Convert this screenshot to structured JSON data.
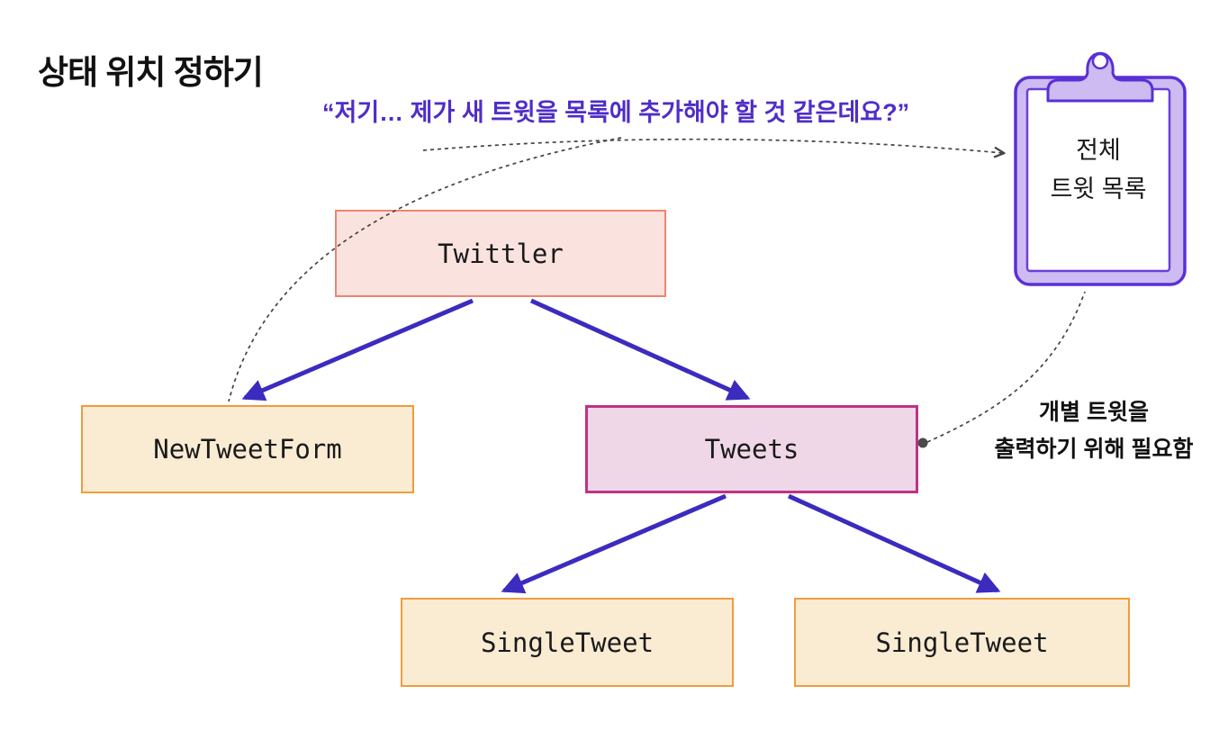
{
  "page": {
    "background": "#ffffff",
    "title": "상태 위치 정하기"
  },
  "speech": {
    "quote": "“저기… 제가 새 트윗을 목록에 추가해야 할 것 같은데요?”",
    "color": "#4F2DC8"
  },
  "clipboard": {
    "label_line1": "전체",
    "label_line2": "트윗 목록",
    "fill": "#CDBBF1",
    "border": "#5A30D5"
  },
  "annotation": {
    "line1": "개별 트윗을",
    "line2": "출력하기 위해 필요함"
  },
  "nodes": {
    "twittler": {
      "label": "Twittler",
      "fill": "#FAE3DE",
      "border": "#EE8570"
    },
    "new_tweet_form": {
      "label": "NewTweetForm",
      "fill": "#FAEBD3",
      "border": "#F09C3C"
    },
    "tweets": {
      "label": "Tweets",
      "fill": "#F0D7E7",
      "border": "#BE3384"
    },
    "single_tweet_left": {
      "label": "SingleTweet",
      "fill": "#FAEBD3",
      "border": "#F09C3C"
    },
    "single_tweet_right": {
      "label": "SingleTweet",
      "fill": "#FAEBD3",
      "border": "#F09C3C"
    }
  },
  "edges": {
    "solid_color": "#3B2BBF",
    "dashed_color": "#444444",
    "solid": [
      {
        "from": "Twittler",
        "to": "NewTweetForm"
      },
      {
        "from": "Twittler",
        "to": "Tweets"
      },
      {
        "from": "Tweets",
        "to": "SingleTweet (left)"
      },
      {
        "from": "Tweets",
        "to": "SingleTweet (right)"
      }
    ],
    "dashed": [
      {
        "from": "speech-quote",
        "to": "clipboard (전체 트윗 목록)",
        "arrowhead": true
      },
      {
        "from": "speech-quote",
        "to": "NewTweetForm",
        "arrowhead": false
      },
      {
        "from": "Tweets (dot)",
        "to": "clipboard (전체 트윗 목록)",
        "arrowhead": false
      }
    ]
  }
}
